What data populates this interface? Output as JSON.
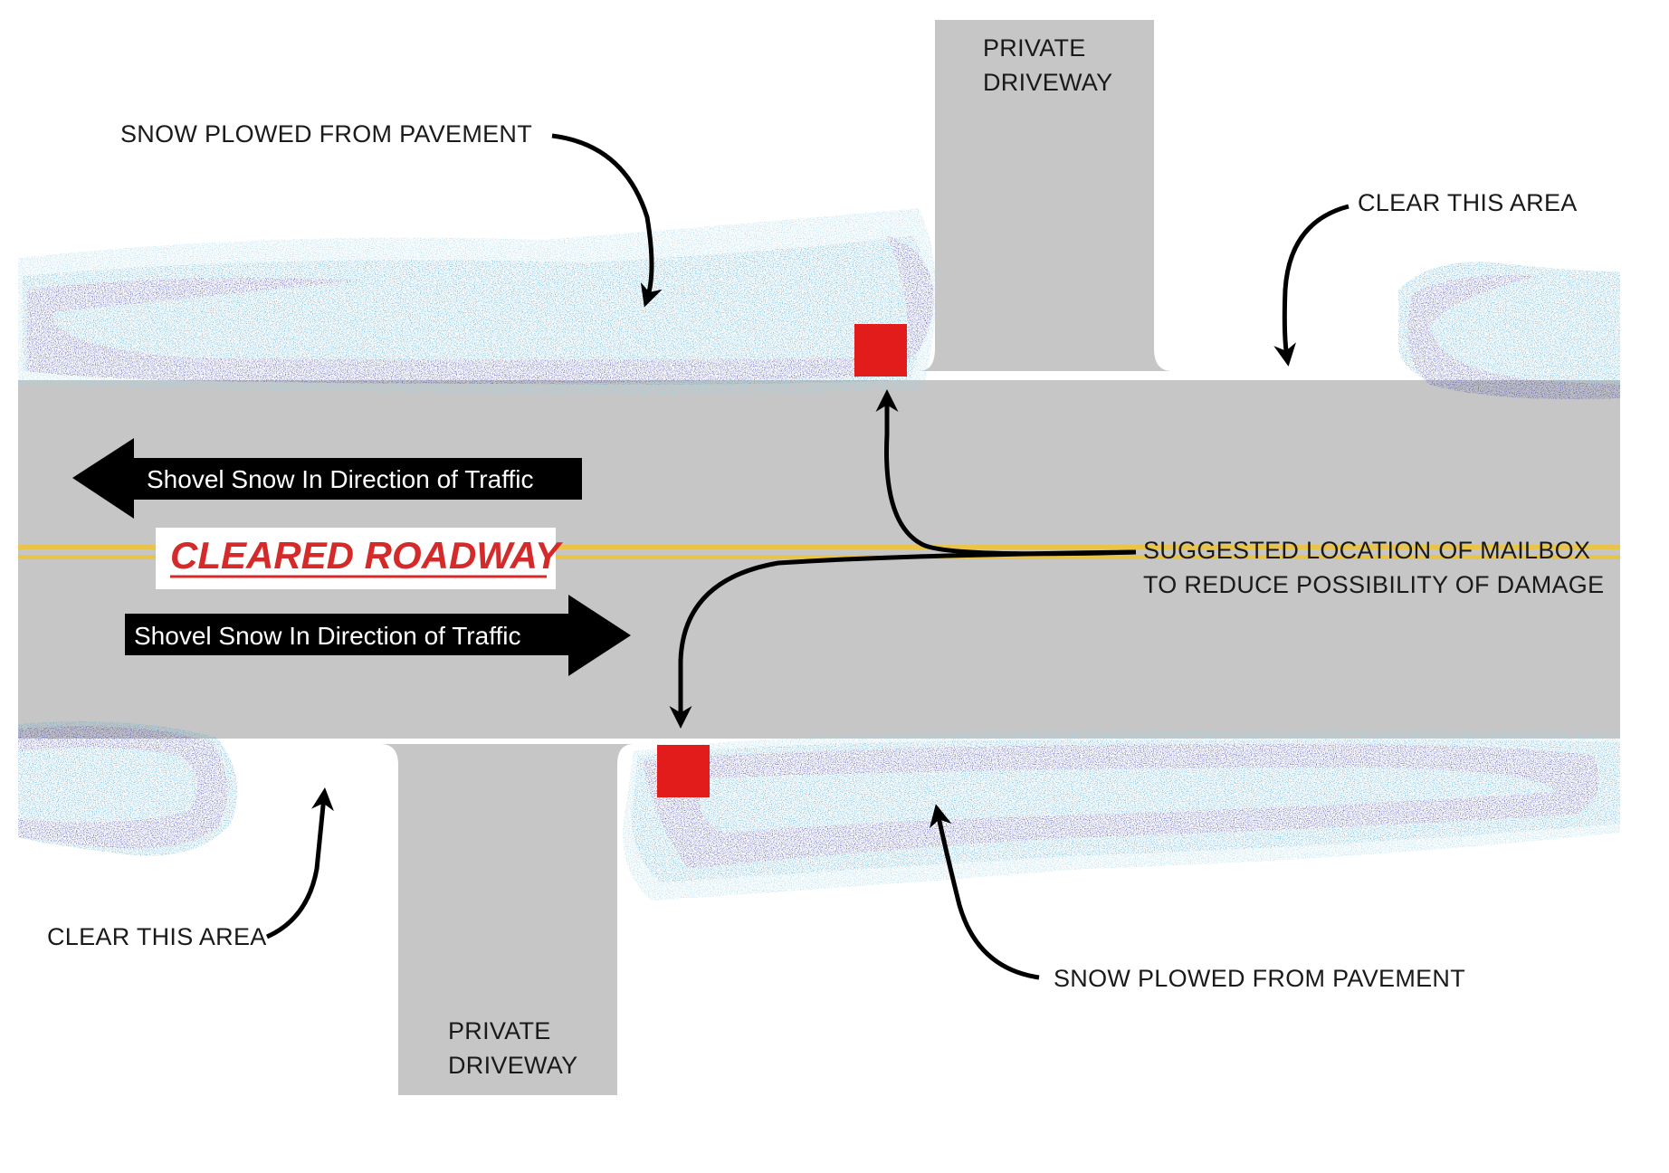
{
  "labels": {
    "driveway_top": [
      "PRIVATE",
      "DRIVEWAY"
    ],
    "driveway_bottom": [
      "PRIVATE",
      "DRIVEWAY"
    ],
    "snow_top": "SNOW PLOWED FROM PAVEMENT",
    "snow_bottom": "SNOW PLOWED FROM PAVEMENT",
    "clear_top": "CLEAR THIS AREA",
    "clear_bottom": "CLEAR THIS AREA",
    "mailbox": [
      "SUGGESTED LOCATION OF MAILBOX",
      "TO REDUCE POSSIBILITY OF DAMAGE"
    ],
    "traffic_upper": "Shovel Snow In Direction of Traffic",
    "traffic_lower": "Shovel Snow In Direction of Traffic",
    "cleared_roadway": "CLEARED ROADWAY"
  },
  "colors": {
    "road": "#c6c6c6",
    "center_line": "#e8c44a",
    "mailbox": "#e21b1b",
    "snow_dark": "#3a3fa8",
    "snow_mid": "#4aa6cf",
    "snow_light": "#9fd4e6",
    "cleared_text": "#d42a2a",
    "arrow": "#000000"
  },
  "icons": {
    "mailbox": "red-square-mailbox-icon",
    "traffic_left": "left-arrow-icon",
    "traffic_right": "right-arrow-icon",
    "pointer": "curved-pointer-arrow-icon"
  }
}
